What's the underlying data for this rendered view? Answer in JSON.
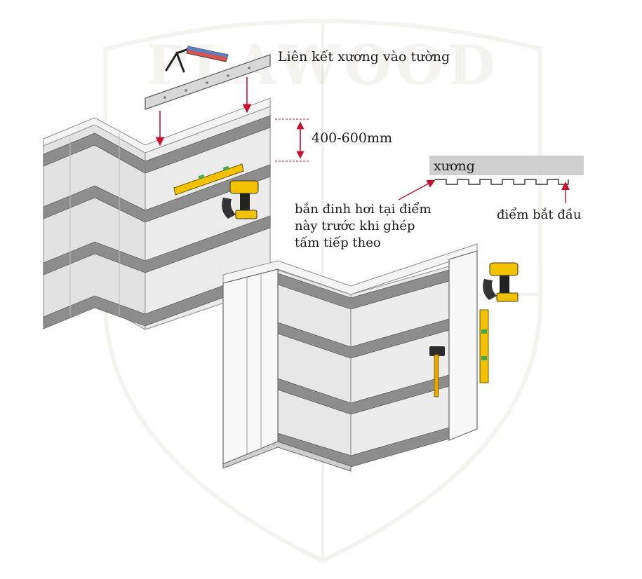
{
  "watermark": {
    "text": "PLAWOOD"
  },
  "labels": {
    "attach_frame": "Liên kết xương vào tường",
    "spacing": "400-600mm",
    "frame": "xương",
    "nail_note": [
      "bắn đinh hơi tại điểm",
      "này trước khi ghép",
      "tấm tiếp theo"
    ],
    "start_point": "điểm bắt đầu"
  },
  "colors": {
    "arrow": "#c8102e",
    "frame_strip": "#8e8e8e",
    "panel": "#e6e6e6",
    "panel_dark": "#d2d2d2",
    "tool_yellow": "#f2c200"
  }
}
